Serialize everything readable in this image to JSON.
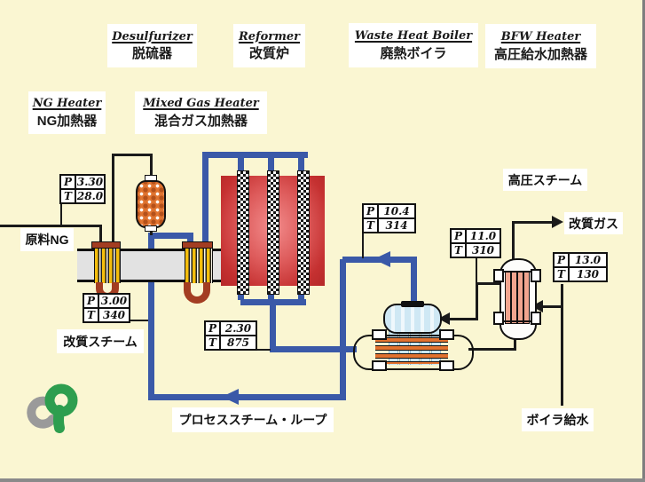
{
  "equipment_labels": {
    "desulfurizer": {
      "en": "Desulfurizer",
      "ja": "脱硫器"
    },
    "reformer": {
      "en": "Reformer",
      "ja": "改質炉"
    },
    "waste_heat_boiler": {
      "en": "Waste Heat Boiler",
      "ja": "廃熱ボイラ"
    },
    "bfw_heater": {
      "en": "BFW Heater",
      "ja": "高圧給水加熱器"
    },
    "ng_heater": {
      "en": "NG Heater",
      "ja": "NG加熱器"
    },
    "mixed_gas_heater": {
      "en": "Mixed Gas Heater",
      "ja": "混合ガス加熱器"
    }
  },
  "stream_labels": {
    "raw_ng": "原料NG",
    "reform_steam": "改質スチーム",
    "process_steam_loop": "プロセススチーム・ループ",
    "hp_steam": "高圧スチーム",
    "reformed_gas": "改質ガス",
    "boiler_feedwater": "ボイラ給水"
  },
  "pt_row_labels": {
    "pressure": "P",
    "temperature": "T"
  },
  "pt_tables": {
    "ng_feed": {
      "p": "3.30",
      "t": "28.0"
    },
    "reform_steam": {
      "p": "3.00",
      "t": "340"
    },
    "reformer_outlet": {
      "p": "2.30",
      "t": "875"
    },
    "hp_steam": {
      "p": "10.4",
      "t": "314"
    },
    "bfw_outlet": {
      "p": "11.0",
      "t": "310"
    },
    "boiler_feedwater": {
      "p": "13.0",
      "t": "130"
    }
  },
  "colors": {
    "background": "#FAF6D2",
    "steam_pipe_blue": "#3A59A8",
    "process_pipe_black": "#1A1A1A",
    "reformer_red": "#C53131",
    "coil_gold": "#F5BE0C",
    "coil_cap_brown": "#A33D22",
    "desulfurizer_orange": "#E07430",
    "boiler_coil_orange": "#E2722F",
    "water_blue": "#C9E6F3",
    "bfw_tube_salmon": "#F2A58F",
    "logo_green": "#2E9E4F",
    "logo_gray": "#9A9A9A"
  }
}
